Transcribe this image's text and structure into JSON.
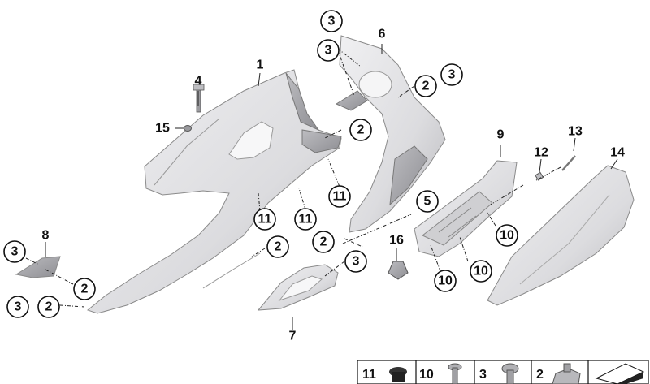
{
  "callouts": [
    {
      "id": "c1",
      "label": "1"
    },
    {
      "id": "c2a",
      "label": "2"
    },
    {
      "id": "c2b",
      "label": "2"
    },
    {
      "id": "c2c",
      "label": "2"
    },
    {
      "id": "c2d",
      "label": "2"
    },
    {
      "id": "c2e",
      "label": "2"
    },
    {
      "id": "c2f",
      "label": "2"
    },
    {
      "id": "c3a",
      "label": "3"
    },
    {
      "id": "c3b",
      "label": "3"
    },
    {
      "id": "c3c",
      "label": "3"
    },
    {
      "id": "c3d",
      "label": "3"
    },
    {
      "id": "c3e",
      "label": "3"
    },
    {
      "id": "c3f",
      "label": "3"
    },
    {
      "id": "c4",
      "label": "4"
    },
    {
      "id": "c5",
      "label": "5"
    },
    {
      "id": "c6",
      "label": "6"
    },
    {
      "id": "c7",
      "label": "7"
    },
    {
      "id": "c8",
      "label": "8"
    },
    {
      "id": "c9",
      "label": "9"
    },
    {
      "id": "c10a",
      "label": "10"
    },
    {
      "id": "c10b",
      "label": "10"
    },
    {
      "id": "c10c",
      "label": "10"
    },
    {
      "id": "c11a",
      "label": "11"
    },
    {
      "id": "c11b",
      "label": "11"
    },
    {
      "id": "c11c",
      "label": "11"
    },
    {
      "id": "c12",
      "label": "12"
    },
    {
      "id": "c13",
      "label": "13"
    },
    {
      "id": "c14",
      "label": "14"
    },
    {
      "id": "c15",
      "label": "15"
    },
    {
      "id": "c16",
      "label": "16"
    }
  ],
  "legend": [
    {
      "label": "11",
      "icon": "grommet-icon"
    },
    {
      "label": "10",
      "icon": "screw-icon"
    },
    {
      "label": "3",
      "icon": "bolt-icon"
    },
    {
      "label": "2",
      "icon": "clip-nut-icon"
    },
    {
      "label": "",
      "icon": "arrow-icon"
    }
  ],
  "colors": {
    "part_fill": "#e4e4e6",
    "part_shade": "#c9c9cc",
    "ink": "#111111"
  }
}
